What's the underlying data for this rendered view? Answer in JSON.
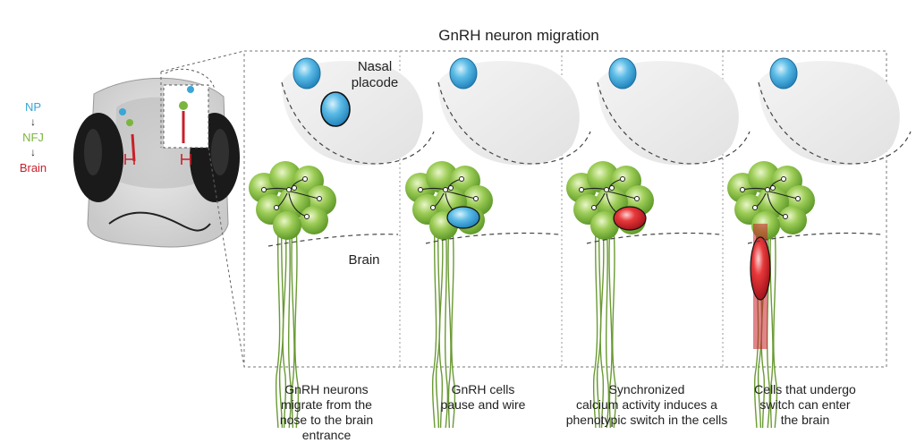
{
  "figure": {
    "title": "GnRH neuron migration",
    "legend": {
      "items": [
        {
          "label": "NP",
          "color": "#3aa6d8"
        },
        {
          "label": "NFJ",
          "color": "#7ab63c"
        },
        {
          "label": "Brain",
          "color": "#c8202a"
        }
      ],
      "arrow": "↓"
    },
    "labels": {
      "nasal_placode": [
        "Nasal",
        "placode"
      ],
      "brain": "Brain"
    },
    "panels": [
      {
        "caption": [
          "GnRH neurons",
          "migrate from the",
          "nose to the brain entrance"
        ],
        "highlight": "none"
      },
      {
        "caption": [
          "GnRH cells",
          "pause and wire"
        ],
        "highlight": "blue"
      },
      {
        "caption": [
          "Synchronized",
          "calcium activity induces a",
          "phenotypic switch in the cells"
        ],
        "highlight": "red"
      },
      {
        "caption": [
          "Cells that undergo",
          "switch can enter",
          "the brain"
        ],
        "highlight": "migrating"
      }
    ],
    "colors": {
      "np_blue": "#3aa6d8",
      "nfj_green": "#7ab63c",
      "brain_red": "#c8202a",
      "eye_black": "#1a1a1a",
      "head_gray": "#d8d8d8"
    }
  }
}
